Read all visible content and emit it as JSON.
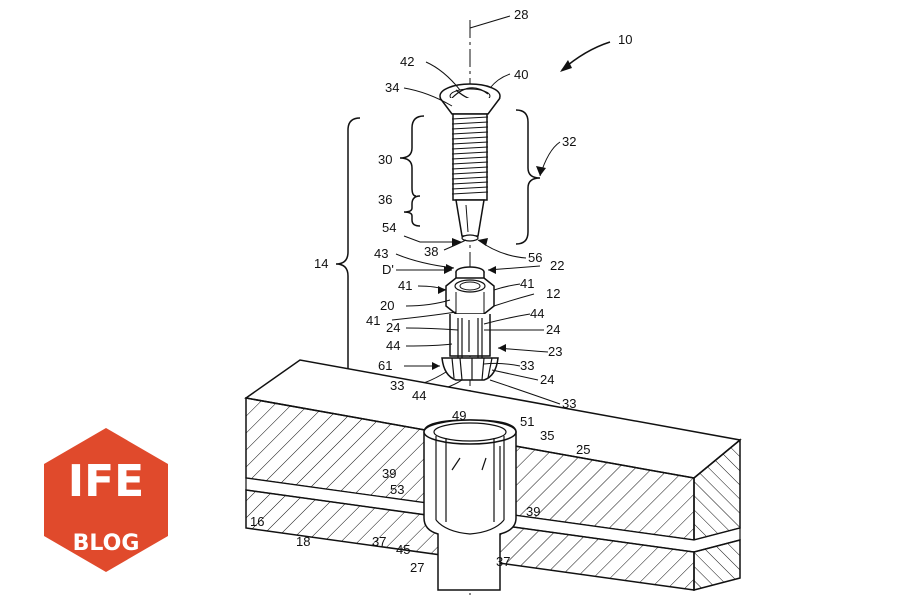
{
  "labels": {
    "l10": "10",
    "l28": "28",
    "l42": "42",
    "l40": "40",
    "l34": "34",
    "l32": "32",
    "l30": "30",
    "l36": "36",
    "l54": "54",
    "l38": "38",
    "l56": "56",
    "l43": "43",
    "l22": "22",
    "lD": "D'",
    "l14": "14",
    "l41a": "41",
    "l41b": "41",
    "l12": "12",
    "l20": "20",
    "l41c": "41",
    "l24a": "24",
    "l44a": "44",
    "l24b": "24",
    "l44b": "44",
    "l23": "23",
    "l61": "61",
    "l33a": "33",
    "l24c": "24",
    "l33b": "33",
    "l44c": "44",
    "l33c": "33",
    "l49": "49",
    "l51": "51",
    "l35": "35",
    "l25": "25",
    "l39a": "39",
    "l53": "53",
    "l39b": "39",
    "l16": "16",
    "l18": "18",
    "l37a": "37",
    "l45": "45",
    "l27": "27",
    "l37b": "37"
  },
  "logo": {
    "title": "IFE",
    "subtitle": "BLOG",
    "color": "#e04a2c"
  },
  "colors": {
    "line": "#111111",
    "background": "#ffffff"
  }
}
